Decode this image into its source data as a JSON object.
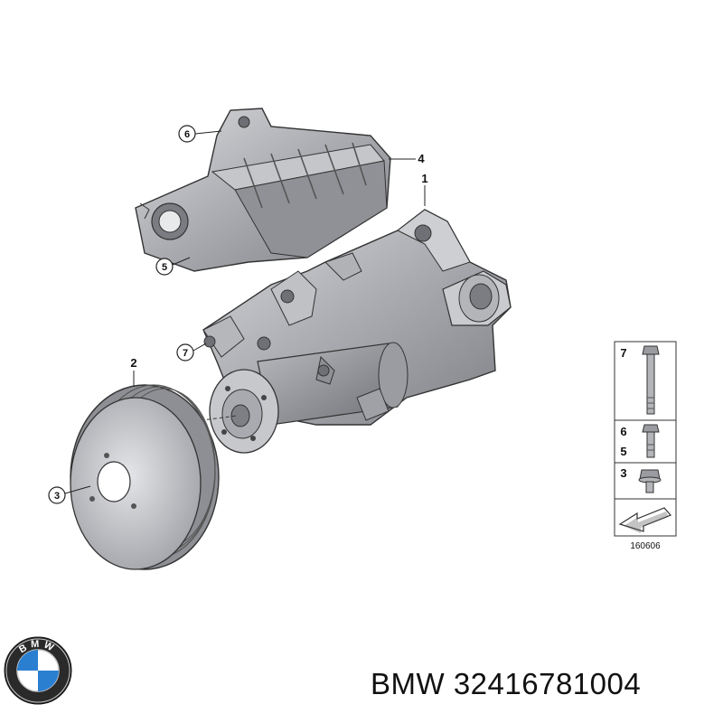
{
  "callouts": {
    "c6_top": "6",
    "c4": "4",
    "c1": "1",
    "c5": "5",
    "c7": "7",
    "c2": "2",
    "c3": "3"
  },
  "legend": {
    "row7": "7",
    "row6": "6",
    "row5": "5",
    "row3": "3",
    "diagram_id": "160606"
  },
  "logo_text": "BMW",
  "footer": {
    "brand": "BMW",
    "part_number": "32416781004"
  }
}
